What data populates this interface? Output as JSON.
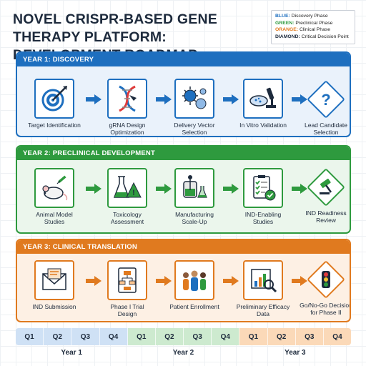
{
  "title": "NOVEL CRISPR-BASED GENE THERAPY PLATFORM: DEVELOPMENT ROADMAP",
  "legend": [
    {
      "key": "BLUE:",
      "text": "Discovery Phase",
      "color": "#1e6fbf"
    },
    {
      "key": "GREEN:",
      "text": "Preclinical Phase",
      "color": "#2e9a3e"
    },
    {
      "key": "ORANGE:",
      "text": "Clinical Phase",
      "color": "#e07a1f"
    },
    {
      "key": "DIAMOND:",
      "text": "Critical Decision Point",
      "color": "#1d2a3c"
    }
  ],
  "phases": [
    {
      "header": "YEAR 1: DISCOVERY",
      "color": "#1e6fbf",
      "steps": [
        "Target Identification",
        "gRNA Design Optimization",
        "Delivery Vector Selection",
        "In Vitro Validation"
      ],
      "icons": [
        "target-icon",
        "dna-icon",
        "virus-icon",
        "microscope-icon"
      ],
      "decision": "Lead Candidate Selection",
      "decision_icon": "question-icon"
    },
    {
      "header": "YEAR 2: PRECLINICAL DEVELOPMENT",
      "color": "#2e9a3e",
      "steps": [
        "Animal Model Studies",
        "Toxicology Assessment",
        "Manufacturing Scale-Up",
        "IND-Enabling Studies"
      ],
      "icons": [
        "mouse-icon",
        "flask-warning-icon",
        "reactor-icon",
        "checklist-icon"
      ],
      "decision": "IND Readiness Review",
      "decision_icon": "gavel-icon"
    },
    {
      "header": "YEAR 3: CLINICAL TRANSLATION",
      "color": "#e07a1f",
      "steps": [
        "IND Submission",
        "Phase I Trial Design",
        "Patient Enrollment",
        "Preliminary Efficacy Data"
      ],
      "icons": [
        "envelope-icon",
        "flowchart-icon",
        "people-icon",
        "chart-magnifier-icon"
      ],
      "decision": "Go/No-Go Decision for Phase II",
      "decision_icon": "traffic-light-icon"
    }
  ],
  "timeline": {
    "quarters": [
      "Q1",
      "Q2",
      "Q3",
      "Q4",
      "Q1",
      "Q2",
      "Q3",
      "Q4",
      "Q1",
      "Q2",
      "Q3",
      "Q4"
    ],
    "years": [
      "Year 1",
      "Year 2",
      "Year 3"
    ]
  }
}
